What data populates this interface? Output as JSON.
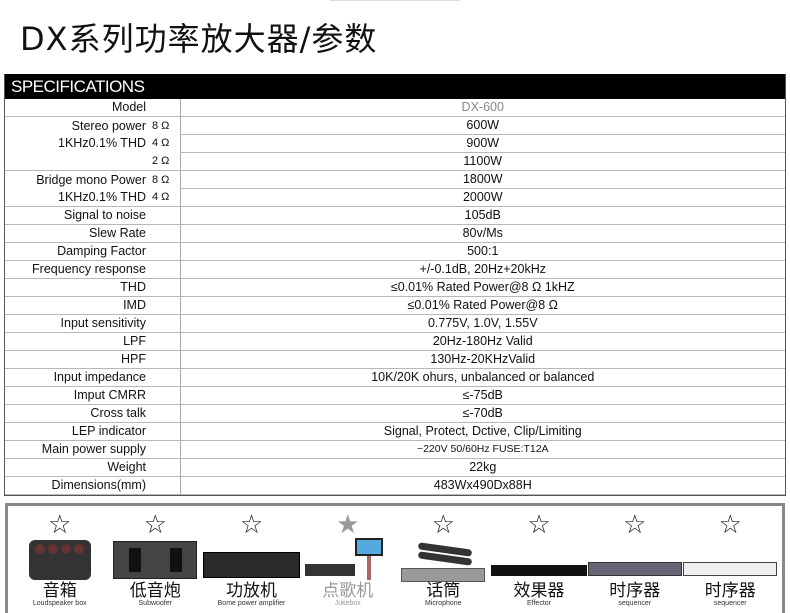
{
  "title": "DX系列功率放大器/参数",
  "spec_header": "SPECIFICATIONS",
  "rows": [
    {
      "label": "Model",
      "ohm": "",
      "value": "DX-600"
    },
    {
      "label": "Stereo power",
      "ohm": "8 Ω",
      "value": "600W"
    },
    {
      "label": "1KHz0.1% THD",
      "ohm": "4 Ω",
      "value": "900W"
    },
    {
      "label": "",
      "ohm": "2 Ω",
      "value": "1100W"
    },
    {
      "label": "Bridge mono Power",
      "ohm": "8 Ω",
      "value": "1800W"
    },
    {
      "label": "1KHz0.1% THD",
      "ohm": "4 Ω",
      "value": "2000W"
    },
    {
      "label": "Signal to noise",
      "ohm": "",
      "value": "105dB"
    },
    {
      "label": "Slew  Rate",
      "ohm": "",
      "value": "80v/Ms"
    },
    {
      "label": "Damping Factor",
      "ohm": "",
      "value": "500:1"
    },
    {
      "label": "Frequency response",
      "ohm": "",
      "value": "+/-0.1dB, 20Hz+20kHz"
    },
    {
      "label": "THD",
      "ohm": "",
      "value": "≤0.01% Rated Power@8 Ω  1kHZ"
    },
    {
      "label": "IMD",
      "ohm": "",
      "value": "≤0.01% Rated Power@8 Ω"
    },
    {
      "label": "Input sensitivity",
      "ohm": "",
      "value": "0.775V, 1.0V, 1.55V"
    },
    {
      "label": "LPF",
      "ohm": "",
      "value": "20Hz-180Hz Valid"
    },
    {
      "label": "HPF",
      "ohm": "",
      "value": "130Hz-20KHzValid"
    },
    {
      "label": "Input impedance",
      "ohm": "",
      "value": "10K/20K ohurs, unbalanced or balanced"
    },
    {
      "label": "Imput CMRR",
      "ohm": "",
      "value": "≤-75dB"
    },
    {
      "label": "Cross talk",
      "ohm": "",
      "value": "≤-70dB"
    },
    {
      "label": "LEP indicator",
      "ohm": "",
      "value": "Signal, Protect, Dctive, Clip/Limiting"
    },
    {
      "label": "Main power supply",
      "ohm": "",
      "value": "~220V  50/60Hz FUSE:T12A"
    },
    {
      "label": "Weight",
      "ohm": "",
      "value": "22kg"
    },
    {
      "label": "Dimensions(mm)",
      "ohm": "",
      "value": "483Wx490Dx88H"
    }
  ],
  "products": [
    {
      "zh": "音箱",
      "en": "Loudspeaker box",
      "icon": "star-outline",
      "active": true
    },
    {
      "zh": "低音炮",
      "en": "Subwoofer",
      "icon": "star-outline",
      "active": true
    },
    {
      "zh": "功放机",
      "en": "Bome power amplifier",
      "icon": "star-outline",
      "active": true
    },
    {
      "zh": "点歌机",
      "en": "Jukebox",
      "icon": "star-filled",
      "active": false
    },
    {
      "zh": "话筒",
      "en": "Microphone",
      "icon": "star-outline",
      "active": true
    },
    {
      "zh": "效果器",
      "en": "Effector",
      "icon": "star-outline",
      "active": true
    },
    {
      "zh": "时序器",
      "en": "sequencer",
      "icon": "star-outline",
      "active": true
    },
    {
      "zh": "时序器",
      "en": "sequencer",
      "icon": "star-outline",
      "active": true
    }
  ]
}
